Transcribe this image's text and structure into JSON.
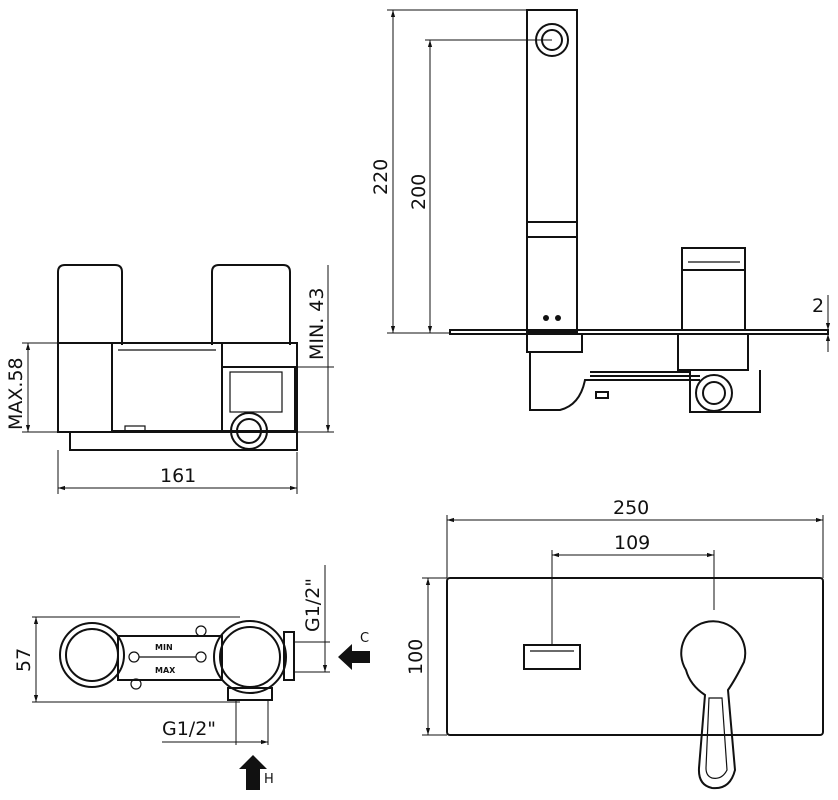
{
  "front_view": {
    "max_height": "MAX.58",
    "min_height": "MIN. 43",
    "width": "161"
  },
  "side_view": {
    "spout_height": "220",
    "spout_axis_height": "200",
    "plate_thickness": "2"
  },
  "top_view": {
    "depth": "57",
    "cold_inlet": "G1/2\"",
    "hot_inlet": "G1/2\"",
    "cold_label": "C",
    "hot_label": "H",
    "min_mark": "MIN",
    "max_mark": "MAX"
  },
  "plate_view": {
    "plate_width": "250",
    "spout_lever_distance": "109",
    "plate_height": "100"
  }
}
